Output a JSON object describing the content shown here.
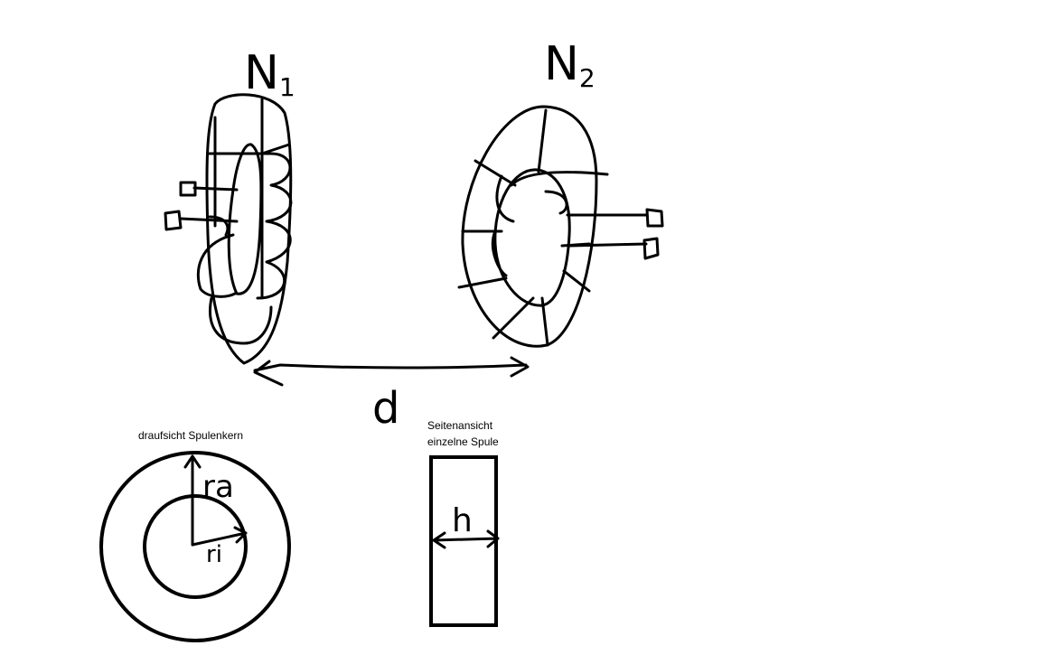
{
  "coil1": {
    "label_main": "N",
    "label_sub": "1"
  },
  "coil2": {
    "label_main": "N",
    "label_sub": "2"
  },
  "distance": {
    "label": "d"
  },
  "top_view": {
    "caption": "draufsicht Spulenkern",
    "outer_radius_label": "ra",
    "inner_radius_label": "ri"
  },
  "side_view": {
    "caption_line1": "Seitenansicht",
    "caption_line2": "einzelne Spule",
    "height_label": "h"
  }
}
